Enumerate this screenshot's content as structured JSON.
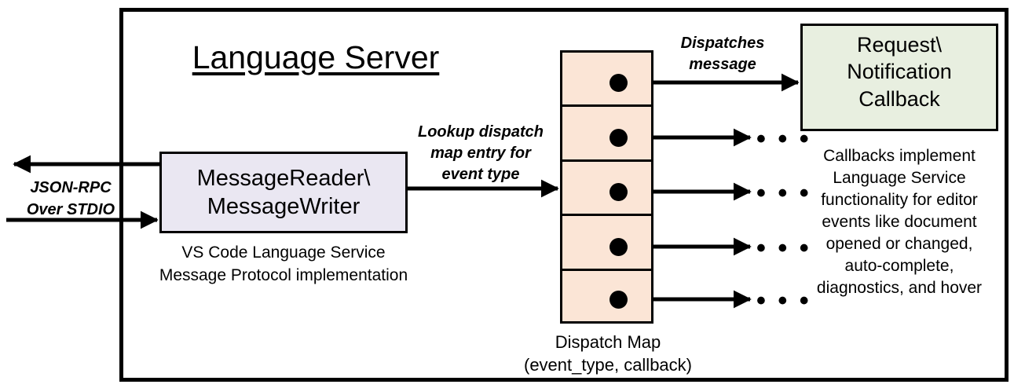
{
  "diagram": {
    "title": "Language Server",
    "outer_border_color": "#000000",
    "background": "#ffffff"
  },
  "message_reader": {
    "label": "MessageReader\\\nMessageWriter",
    "caption": "VS Code Language Service\nMessage Protocol implementation",
    "fill_color": "#EAE7F2"
  },
  "transport": {
    "label": "JSON-RPC\nOver STDIO"
  },
  "lookup_arrow": {
    "label": "Lookup dispatch\nmap entry for\nevent type"
  },
  "dispatch_arrow": {
    "label": "Dispatches\nmessage"
  },
  "dispatch_map": {
    "caption": "Dispatch Map\n(event_type, callback)",
    "fill_color": "#FBE5D6",
    "entry_count": 5,
    "entries": [
      {
        "index": 1,
        "dot": "entry-dot",
        "target": "callback-box"
      },
      {
        "index": 2,
        "dot": "entry-dot",
        "target": "ellipsis"
      },
      {
        "index": 3,
        "dot": "entry-dot",
        "target": "ellipsis"
      },
      {
        "index": 4,
        "dot": "entry-dot",
        "target": "ellipsis"
      },
      {
        "index": 5,
        "dot": "entry-dot",
        "target": "ellipsis"
      }
    ]
  },
  "callback": {
    "label": "Request\\\nNotification\nCallback",
    "caption": "Callbacks implement\nLanguage Service\nfunctionality for editor\nevents like document\nopened or changed,\nauto-complete,\ndiagnostics, and hover",
    "fill_color": "#E8EFE0"
  },
  "ellipses": {
    "glyph": "• • •",
    "count": 4
  }
}
